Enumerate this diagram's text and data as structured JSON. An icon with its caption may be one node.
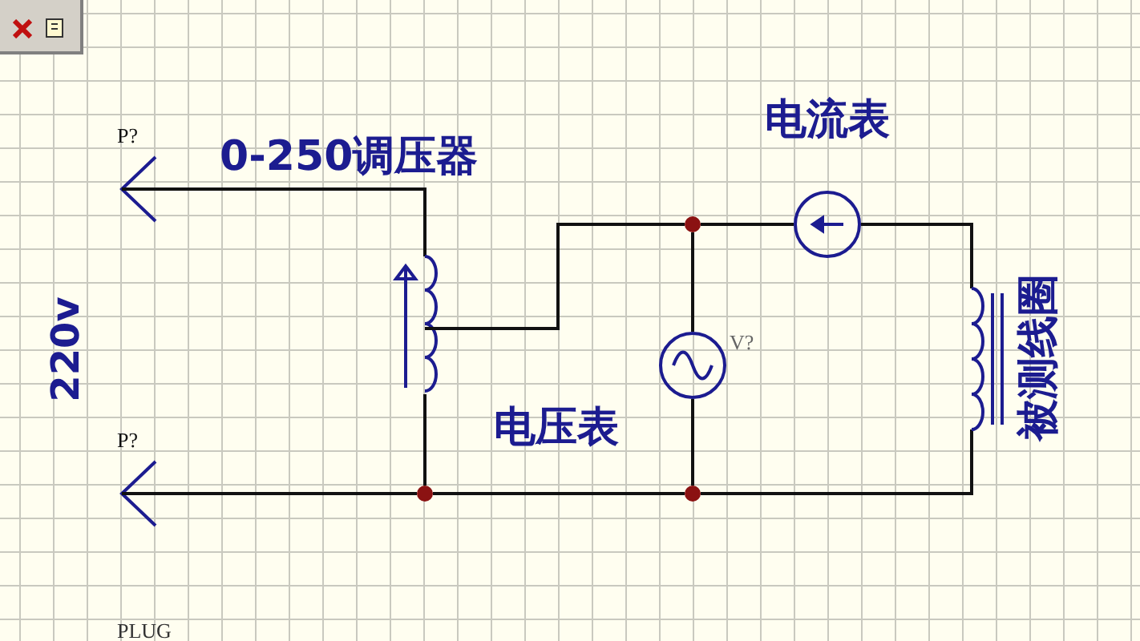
{
  "diagram": {
    "nodes": [
      {
        "text": [
          "P?"
        ]
      },
      {
        "text": [
          "0-250调压器"
        ]
      },
      {
        "text": [
          "电流表"
        ]
      },
      {
        "text": [
          "电压表"
        ],
        "beside": [
          "V?"
        ]
      },
      {
        "text": [
          "被测线圈"
        ]
      },
      {
        "text": [
          "P?"
        ]
      },
      {
        "text": [],
        "shape": "circle"
      },
      {
        "text": [],
        "shape": "circle"
      },
      {
        "text": [],
        "shape": "circle"
      }
    ],
    "edges": [
      {
        "from": 0,
        "to": 1,
        "arrow": "none"
      },
      {
        "from": 1,
        "to": 6,
        "arrow": "none"
      },
      {
        "from": 6,
        "to": 3,
        "arrow": "none"
      },
      {
        "from": 6,
        "to": 2,
        "arrow": "none"
      },
      {
        "from": 2,
        "to": 4,
        "arrow": "none"
      },
      {
        "from": 4,
        "to": 8,
        "arrow": "none"
      },
      {
        "from": 3,
        "to": 8,
        "arrow": "none"
      },
      {
        "from": 8,
        "to": 7,
        "arrow": "none"
      },
      {
        "from": 7,
        "to": 1,
        "arrow": "none"
      },
      {
        "from": 7,
        "to": 5,
        "arrow": "none"
      }
    ],
    "labels": [
      "220v",
      "PLUG"
    ]
  }
}
